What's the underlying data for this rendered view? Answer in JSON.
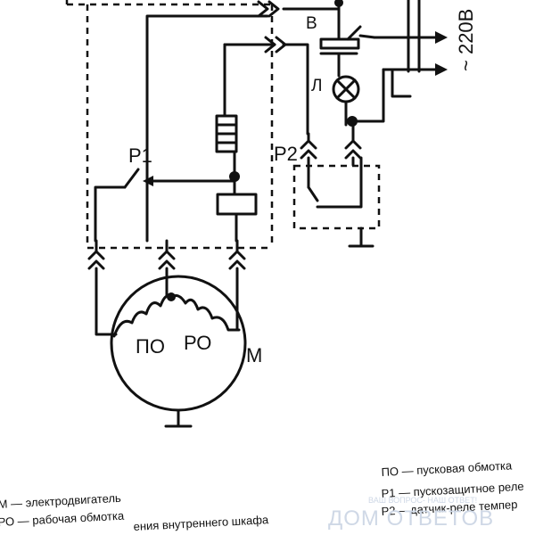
{
  "diagram": {
    "labels": {
      "p1": "Р1",
      "p2": "Р2",
      "b": "В",
      "l": "Л",
      "voltage": "~ 220В",
      "po": "ПО",
      "ro": "РО",
      "m": "М"
    }
  },
  "legend": {
    "left": [
      "М  — электродвигатель",
      "РО  — рабочая обмотка",
      "ения внутреннего шкафа"
    ],
    "right": [
      "ПО  — пусковая обмотка",
      "Р1  — пускозащитное реле",
      "Р2  —датчик-реле темпер"
    ]
  },
  "watermark": {
    "title": "ДОМ ОТВЕТОВ",
    "tagline": "ВАШ ВОПРОС- НАШ ОТВЕТ!",
    "color": "#cfd8e6"
  }
}
